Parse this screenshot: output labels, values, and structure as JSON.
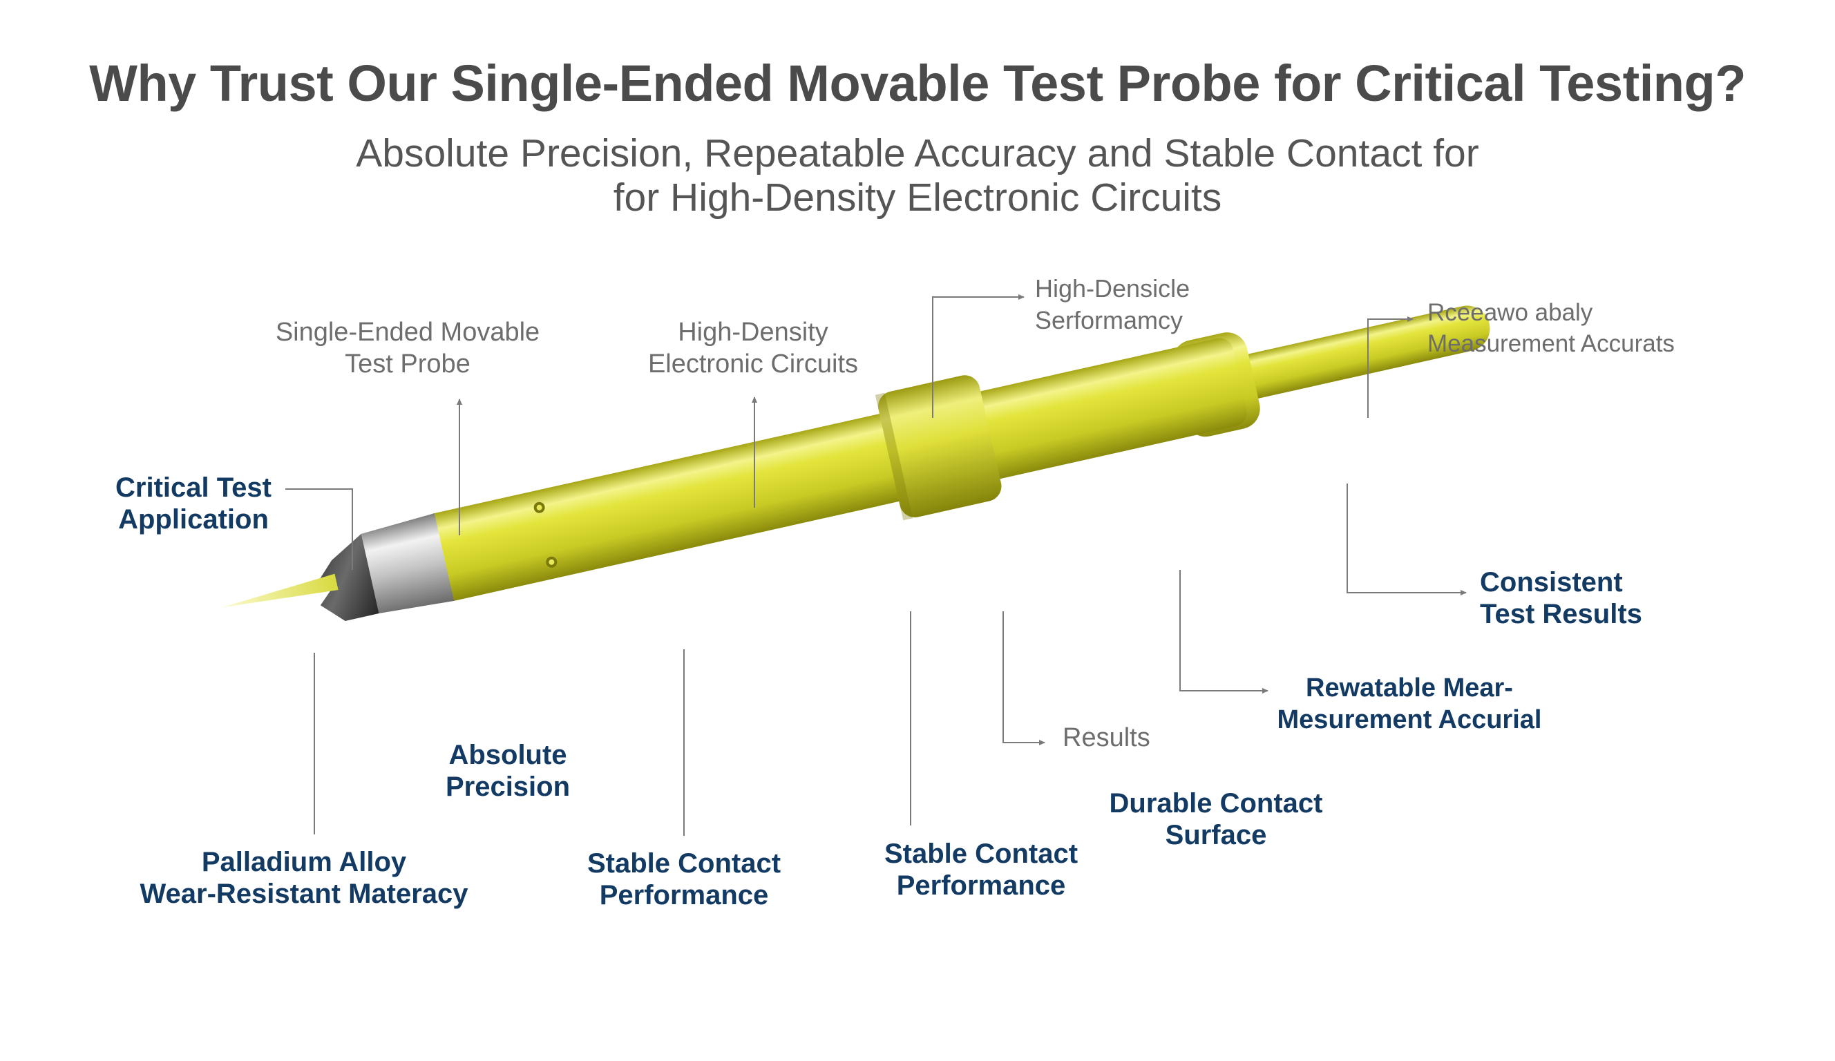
{
  "title": "Why Trust Our Single-Ended Movable Test Probe for Critical Testing?",
  "subtitle": {
    "line1": "Absolute Precision, Repeatable Accuracy and Stable Contact for",
    "line2": "for High-Density Electronic Circuits"
  },
  "colors": {
    "probe_gold": "#d4d62a",
    "probe_highlight": "#f3f48a",
    "probe_shadow": "#8f8f10",
    "tip_silver": "#c9c9c9",
    "tip_dark": "#3a3a3a",
    "label_navy": "#123a63",
    "label_gray": "#6d6d6d",
    "leader_line": "#7a7a7a"
  },
  "labels": {
    "single_ended": {
      "line1": "Single-Ended Movable",
      "line2": "Test Probe"
    },
    "high_density": {
      "line1": "High-Density",
      "line2": "Electronic Circuits"
    },
    "high_densicle": {
      "line1": "High-Densicle",
      "line2": "Serformamcy"
    },
    "reeeawo": {
      "line1": "Rceeawo abaly",
      "line2": "Measurement Accurats"
    },
    "critical_test": {
      "line1": "Critical Test",
      "line2": "Application"
    },
    "consistent": {
      "line1": "Consistent",
      "line2": "Test Results"
    },
    "rewatable": {
      "line1": "Rewatable Mear-",
      "line2": "Mesurement Accurial"
    },
    "results": {
      "line1": "Results"
    },
    "absolute_precision": {
      "line1": "Absolute",
      "line2": "Precision"
    },
    "durable": {
      "line1": "Durable Contact",
      "line2": "Surface"
    },
    "palladium": {
      "line1": "Palladium Alloy",
      "line2": "Wear-Resistant Materacy"
    },
    "stable_1": {
      "line1": "Stable Contact",
      "line2": "Performance"
    },
    "stable_2": {
      "line1": "Stable Contact",
      "line2": "Performance"
    }
  }
}
